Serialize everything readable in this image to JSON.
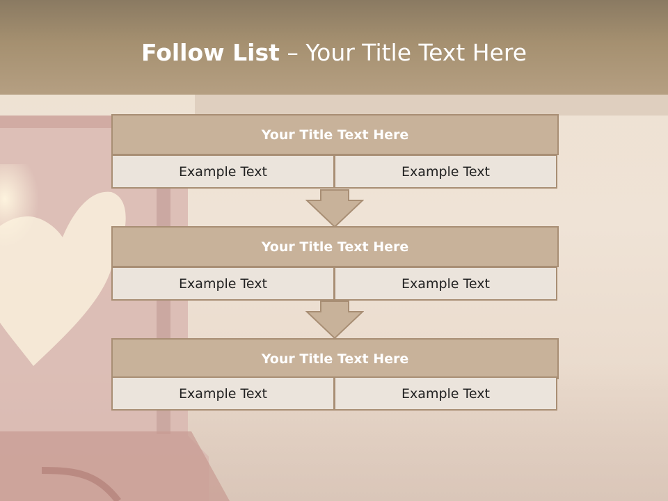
{
  "slide": {
    "title_bold": "Follow List",
    "title_rest": " – Your Title Text Here"
  },
  "steps": [
    {
      "title": "Your Title Text Here",
      "left": "Example Text",
      "right": "Example Text"
    },
    {
      "title": "Your Title Text Here",
      "left": "Example Text",
      "right": "Example Text"
    },
    {
      "title": "Your Title Text Here",
      "left": "Example Text",
      "right": "Example Text"
    }
  ],
  "colors": {
    "title_bar": "#a59070",
    "header_fill": "#c8b29a",
    "border": "#a88e74",
    "cell_fill": "#ebe4dc",
    "arrow_fill": "#c8b29a"
  },
  "icons": {
    "background": "heart-lantern-photo",
    "connector": "down-arrow-icon"
  }
}
